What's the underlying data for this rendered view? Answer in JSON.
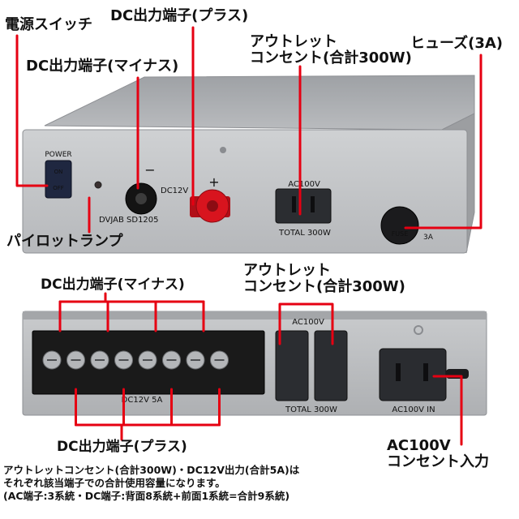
{
  "callouts": {
    "power_switch": "電源スイッチ",
    "dc_plus_front": "DC出力端子(プラス)",
    "dc_minus_front": "DC出力端子(マイナス)",
    "outlet_front": [
      "アウトレット",
      "コンセント(合計300W)"
    ],
    "fuse": "ヒューズ(3A)",
    "pilot_lamp": "パイロットランプ",
    "dc_minus_back": "DC出力端子(マイナス)",
    "outlet_back": [
      "アウトレット",
      "コンセント(合計300W)"
    ],
    "dc_plus_back": "DC出力端子(プラス)",
    "ac_inlet": [
      "AC100V",
      "コンセント入力"
    ]
  },
  "panel_labels": {
    "power": "POWER",
    "on": "ON",
    "off": "OFF",
    "minus": "−",
    "plus": "+",
    "dc12v_front": "DC12V",
    "model": "DVJAB SD1205",
    "ac100v_front": "AC100V",
    "total_front": "TOTAL 300W",
    "fuse": "FUSE",
    "fuse_rating": "3A",
    "ac100v_back": "AC100V",
    "total_back": "TOTAL 300W",
    "dc_back": "DC12V 5A",
    "ac_in": "AC100V IN"
  },
  "notes": [
    "アウトレットコンセント(合計300W)・DC12V出力(合計5A)は",
    "それぞれ該当端子での合計使用容量になります。",
    "(AC端子:3系統・DC端子:背面8系統+前面1系統=合計9系統)"
  ],
  "colors": {
    "callout_line": "#e60012",
    "case_front": "#c4c6c8",
    "case_top": "#a9abae",
    "terminal_red": "#d8141e",
    "outlet_face": "#2b2d31"
  }
}
